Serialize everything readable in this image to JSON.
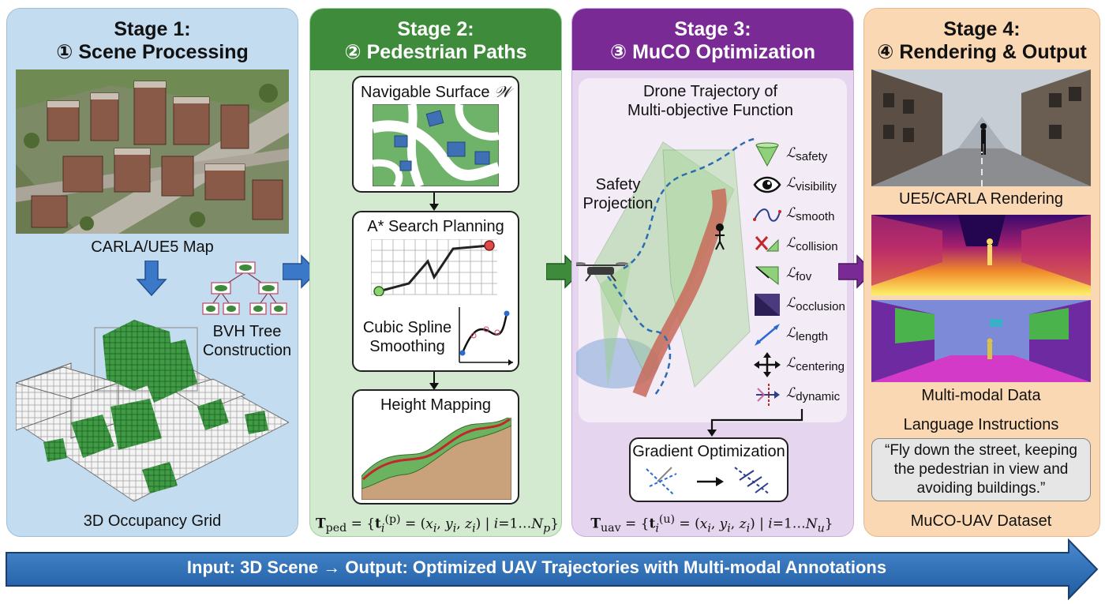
{
  "stages": [
    {
      "title": "Stage 1:",
      "subtitle": "① Scene Processing"
    },
    {
      "title": "Stage 2:",
      "subtitle": "② Pedestrian Paths"
    },
    {
      "title": "Stage 3:",
      "subtitle": "③ MuCO Optimization"
    },
    {
      "title": "Stage 4:",
      "subtitle": "④ Rendering & Output"
    }
  ],
  "stage1": {
    "map_caption": "CARLA/UE5 Map",
    "bvh_line1": "BVH Tree",
    "bvh_line2": "Construction",
    "grid_caption": "3D Occupancy Grid"
  },
  "stage2": {
    "surface_title": "Navigable Surface",
    "surface_symbol": "𝒲",
    "astar_title": "A* Search Planning",
    "spline_line1": "Cubic Spline",
    "spline_line2": "Smoothing",
    "height_title": "Height Mapping",
    "formula": "T_ped = {t_i^(p) = (x_i, y_i, z_i) | i=1…N_p}"
  },
  "stage3": {
    "trajectory_line1": "Drone Trajectory of",
    "trajectory_line2": "Multi-objective Function",
    "safety_line1": "Safety",
    "safety_line2": "Projection",
    "losses": [
      {
        "icon": "cone-icon",
        "symbol": "ℒ",
        "sub": "safety"
      },
      {
        "icon": "eye-icon",
        "symbol": "ℒ",
        "sub": "visibility"
      },
      {
        "icon": "smooth-curve-icon",
        "symbol": "ℒ",
        "sub": "smooth"
      },
      {
        "icon": "collision-icon",
        "symbol": "ℒ",
        "sub": "collision"
      },
      {
        "icon": "fov-icon",
        "symbol": "ℒ",
        "sub": "fov"
      },
      {
        "icon": "occlusion-icon",
        "symbol": "ℒ",
        "sub": "occlusion"
      },
      {
        "icon": "length-icon",
        "symbol": "ℒ",
        "sub": "length"
      },
      {
        "icon": "centering-icon",
        "symbol": "ℒ",
        "sub": "centering"
      },
      {
        "icon": "dynamic-icon",
        "symbol": "ℒ",
        "sub": "dynamic"
      }
    ],
    "gradient_title": "Gradient Optimization",
    "formula": "T_uav = {t_i^(u) = (x_i, y_i, z_i) | i=1…N_u}"
  },
  "stage4": {
    "render_caption": "UE5/CARLA Rendering",
    "multimodal_caption": "Multi-modal Data",
    "language_title": "Language Instructions",
    "instruction": "“Fly down the street, keeping the pedestrian in view and avoiding buildings.”",
    "dataset_caption": "MuCO-UAV Dataset"
  },
  "footer": "Input: 3D Scene → Output: Optimized UAV Trajectories with Multi-modal Annotations",
  "colors": {
    "stage1_bg": "#c4dcef",
    "stage2_header": "#3f8b3c",
    "stage3_header": "#7a2a95",
    "stage4_bg": "#fbd8b4",
    "banner": "#2f6fb0"
  }
}
